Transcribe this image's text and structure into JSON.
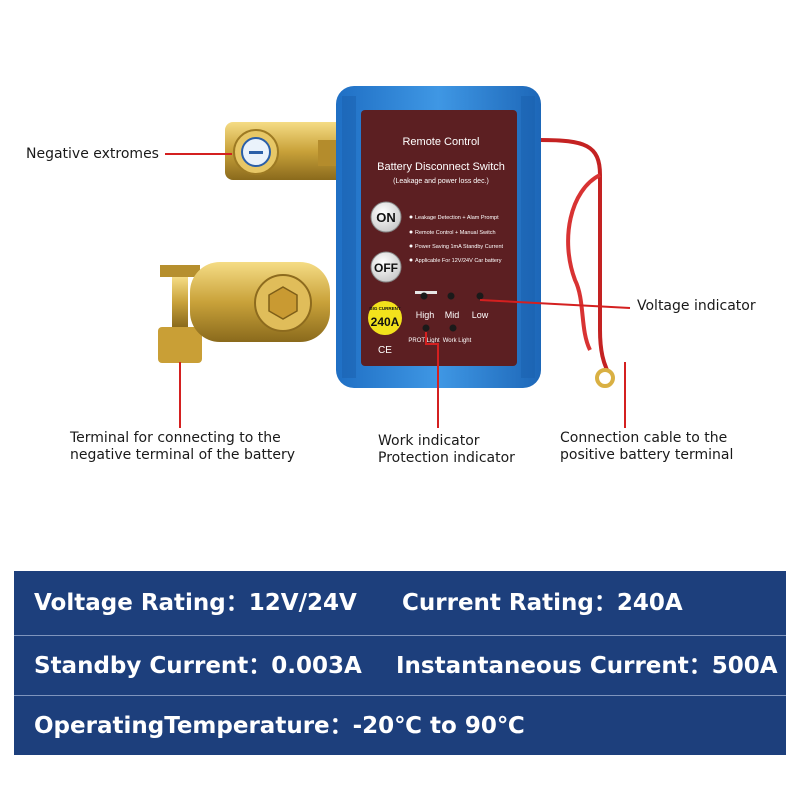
{
  "device": {
    "title": "Remote Control",
    "subtitle": "Battery Disconnect Switch",
    "tagline": "(Leakage and power loss dec.)",
    "on_label": "ON",
    "off_label": "OFF",
    "features": [
      "Leakage Detection + Alam Prompt",
      "Remote Control + Manual Switch",
      "Power Saving 1mA Standby Current",
      "Applicable For 12V/24V Car battery"
    ],
    "badge_top": "BIG CURRENT",
    "badge_value": "240A",
    "ce_mark": "CE",
    "voltage_levels": [
      "High",
      "Mid",
      "Low"
    ],
    "indicator_labels": [
      "PROT Light",
      "Work Light"
    ]
  },
  "callouts": {
    "negative_extremes": "Negative extromes",
    "voltage_indicator": "Voltage indicator",
    "terminal_line1": "Terminal for connecting to the",
    "terminal_line2": "negative terminal of the battery",
    "work_line1": "Work indicator",
    "work_line2": "Protection indicator",
    "cable_line1": "Connection cable to the",
    "cable_line2": "positive battery terminal"
  },
  "specs": [
    {
      "label": "Voltage Rating：12V/24V"
    },
    {
      "label": "Current Rating：240A"
    },
    {
      "label": "Standby Current：0.003A"
    },
    {
      "label": "Instantaneous Current：500A"
    },
    {
      "label": "OperatingTemperature：-20℃ to 90℃"
    }
  ],
  "colors": {
    "housing": "#2f86d6",
    "panel": "#5c1f22",
    "brass": "#c9a23a",
    "callout_line": "#d42020",
    "spec_bg": "#1d3f7c",
    "cable": "#d62a2a"
  }
}
